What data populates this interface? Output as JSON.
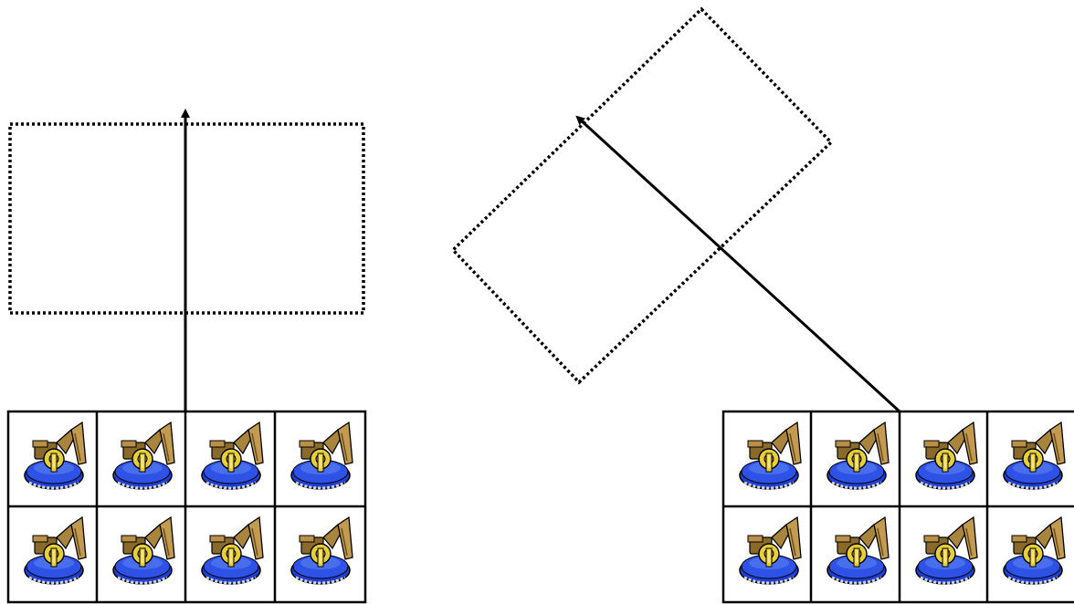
{
  "colors": {
    "background": "#ffffff",
    "outline": "#000000",
    "unit_body": "#1f3fd0",
    "unit_body_highlight": "#4f75f0",
    "unit_trim": "#d4d4d4",
    "unit_arm": "#a8843c",
    "unit_arm_dark": "#6b4e1c",
    "unit_joint": "#e6cf3a"
  },
  "panels": [
    {
      "id": "left",
      "movement": "straight-forward",
      "target_shape": "rectangle",
      "target_style": "dotted",
      "formation": {
        "rows": 2,
        "cols": 4,
        "unit_icon": "siege-tank-icon"
      }
    },
    {
      "id": "right",
      "movement": "diagonal-forward-left",
      "target_shape": "rotated-rectangle",
      "target_style": "dotted",
      "formation": {
        "rows": 2,
        "cols": 4,
        "unit_icon": "siege-tank-icon"
      }
    }
  ]
}
